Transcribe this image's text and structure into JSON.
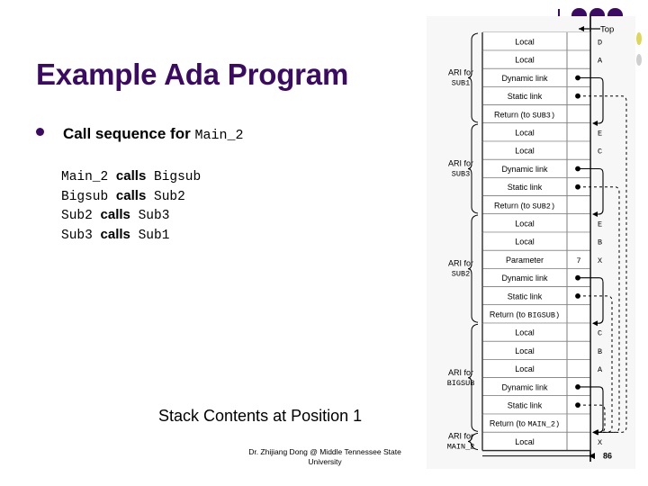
{
  "slide": {
    "title": "Example Ada Program",
    "bullet": {
      "prefix": "Call sequence for",
      "target": "Main_2"
    },
    "call_sequence": [
      {
        "caller": "Main_2",
        "verb": "calls",
        "callee": "Bigsub"
      },
      {
        "caller": "Bigsub",
        "verb": "calls",
        "callee": "Sub2"
      },
      {
        "caller": "Sub2",
        "verb": "calls",
        "callee": "Sub3"
      },
      {
        "caller": "Sub3",
        "verb": "calls",
        "callee": "Sub1"
      }
    ],
    "caption": "Stack Contents at Position 1",
    "footer": "Dr. Zhijiang Dong @ Middle Tennessee State University",
    "page_number": "86",
    "accent_color": "#3b0a63",
    "decorative_dots": 3
  },
  "diagram": {
    "top_pointer_label": "Top",
    "activation_records": [
      {
        "ari_label_prefix": "ARI for",
        "ari_label_name": "SUB1",
        "rows": [
          {
            "label": "Local",
            "label_mono": "",
            "value": "",
            "var": "D",
            "dot": false
          },
          {
            "label": "Local",
            "label_mono": "",
            "value": "",
            "var": "A",
            "dot": false
          },
          {
            "label": "Dynamic link",
            "label_mono": "",
            "value": "",
            "var": "",
            "dot": true
          },
          {
            "label": "Static link",
            "label_mono": "",
            "value": "",
            "var": "",
            "dot": true
          },
          {
            "label": "Return (to ",
            "label_mono": "SUB3)",
            "value": "",
            "var": "",
            "dot": false
          }
        ]
      },
      {
        "ari_label_prefix": "ARI for",
        "ari_label_name": "SUB3",
        "rows": [
          {
            "label": "Local",
            "label_mono": "",
            "value": "",
            "var": "E",
            "dot": false
          },
          {
            "label": "Local",
            "label_mono": "",
            "value": "",
            "var": "C",
            "dot": false
          },
          {
            "label": "Dynamic link",
            "label_mono": "",
            "value": "",
            "var": "",
            "dot": true
          },
          {
            "label": "Static link",
            "label_mono": "",
            "value": "",
            "var": "",
            "dot": true
          },
          {
            "label": "Return (to ",
            "label_mono": "SUB2)",
            "value": "",
            "var": "",
            "dot": false
          }
        ]
      },
      {
        "ari_label_prefix": "ARI for",
        "ari_label_name": "SUB2",
        "rows": [
          {
            "label": "Local",
            "label_mono": "",
            "value": "",
            "var": "E",
            "dot": false
          },
          {
            "label": "Local",
            "label_mono": "",
            "value": "",
            "var": "B",
            "dot": false
          },
          {
            "label": "Parameter",
            "label_mono": "",
            "value": "7",
            "var": "X",
            "dot": false
          },
          {
            "label": "Dynamic link",
            "label_mono": "",
            "value": "",
            "var": "",
            "dot": true
          },
          {
            "label": "Static link",
            "label_mono": "",
            "value": "",
            "var": "",
            "dot": true
          },
          {
            "label": "Return (to ",
            "label_mono": "BIGSUB)",
            "value": "",
            "var": "",
            "dot": false
          }
        ]
      },
      {
        "ari_label_prefix": "ARI for",
        "ari_label_name": "BIGSUB",
        "rows": [
          {
            "label": "Local",
            "label_mono": "",
            "value": "",
            "var": "C",
            "dot": false
          },
          {
            "label": "Local",
            "label_mono": "",
            "value": "",
            "var": "B",
            "dot": false
          },
          {
            "label": "Local",
            "label_mono": "",
            "value": "",
            "var": "A",
            "dot": false
          },
          {
            "label": "Dynamic link",
            "label_mono": "",
            "value": "",
            "var": "",
            "dot": true
          },
          {
            "label": "Static link",
            "label_mono": "",
            "value": "",
            "var": "",
            "dot": true
          },
          {
            "label": "Return (to ",
            "label_mono": "MAIN_2)",
            "value": "",
            "var": "",
            "dot": false
          }
        ]
      },
      {
        "ari_label_prefix": "ARI for",
        "ari_label_name": "MAIN_2",
        "rows": [
          {
            "label": "Local",
            "label_mono": "",
            "value": "",
            "var": "X",
            "dot": false
          }
        ]
      }
    ]
  }
}
